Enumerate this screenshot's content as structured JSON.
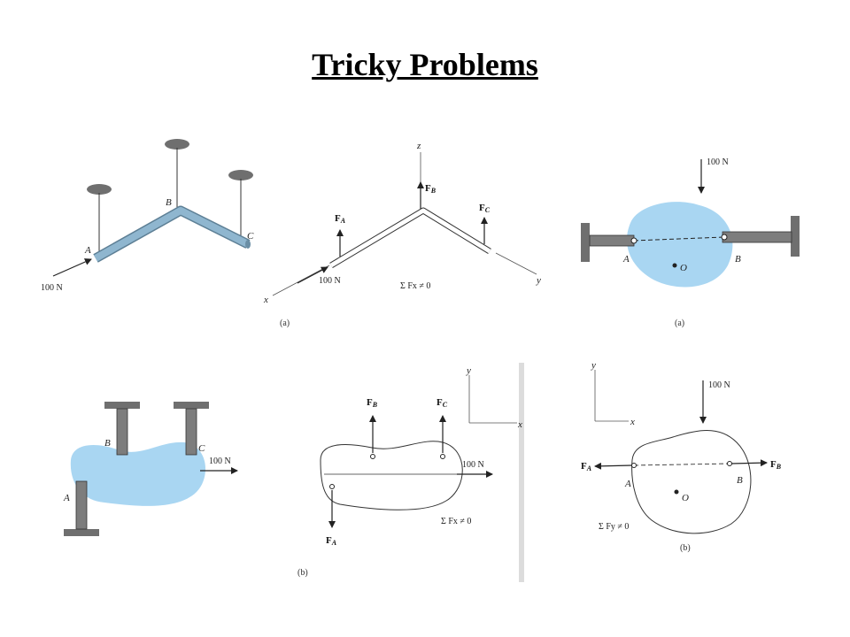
{
  "title": "Tricky Problems",
  "colors": {
    "fill": "#a9d6f2",
    "pipe": "#8fb6cf",
    "support": "#6f6f6f"
  },
  "panels": {
    "pipe_3d": {
      "label_a": "A",
      "label_b": "B",
      "label_c": "C",
      "load": "100 N"
    },
    "pipe_fbd": {
      "axis_x": "x",
      "axis_y": "y",
      "axis_z": "z",
      "force_a": "F",
      "force_a_sub": "A",
      "force_b": "F",
      "force_b_sub": "B",
      "force_c": "F",
      "force_c_sub": "C",
      "load": "100 N",
      "equation": "Σ Fx ≠ 0",
      "caption": "(a)"
    },
    "blob_links_top": {
      "label_a": "A",
      "label_b": "B",
      "label_o": "O",
      "load": "100 N",
      "caption": "(a)"
    },
    "blob_links_bottom": {
      "label_a": "A",
      "label_b": "B",
      "label_c": "C",
      "load": "100 N"
    },
    "blob_fbd_bottom": {
      "axis_x": "x",
      "axis_y": "y",
      "force_a": "F",
      "force_a_sub": "A",
      "force_b": "F",
      "force_b_sub": "B",
      "force_c": "F",
      "force_c_sub": "C",
      "load": "100 N",
      "equation": "Σ Fx ≠ 0",
      "caption": "(b)"
    },
    "blob_fbd_right": {
      "axis_x": "x",
      "axis_y": "y",
      "force_a": "F",
      "force_a_sub": "A",
      "force_b": "F",
      "force_b_sub": "B",
      "label_a": "A",
      "label_b": "B",
      "label_o": "O",
      "load": "100 N",
      "equation": "Σ Fy ≠ 0",
      "caption": "(b)"
    }
  }
}
